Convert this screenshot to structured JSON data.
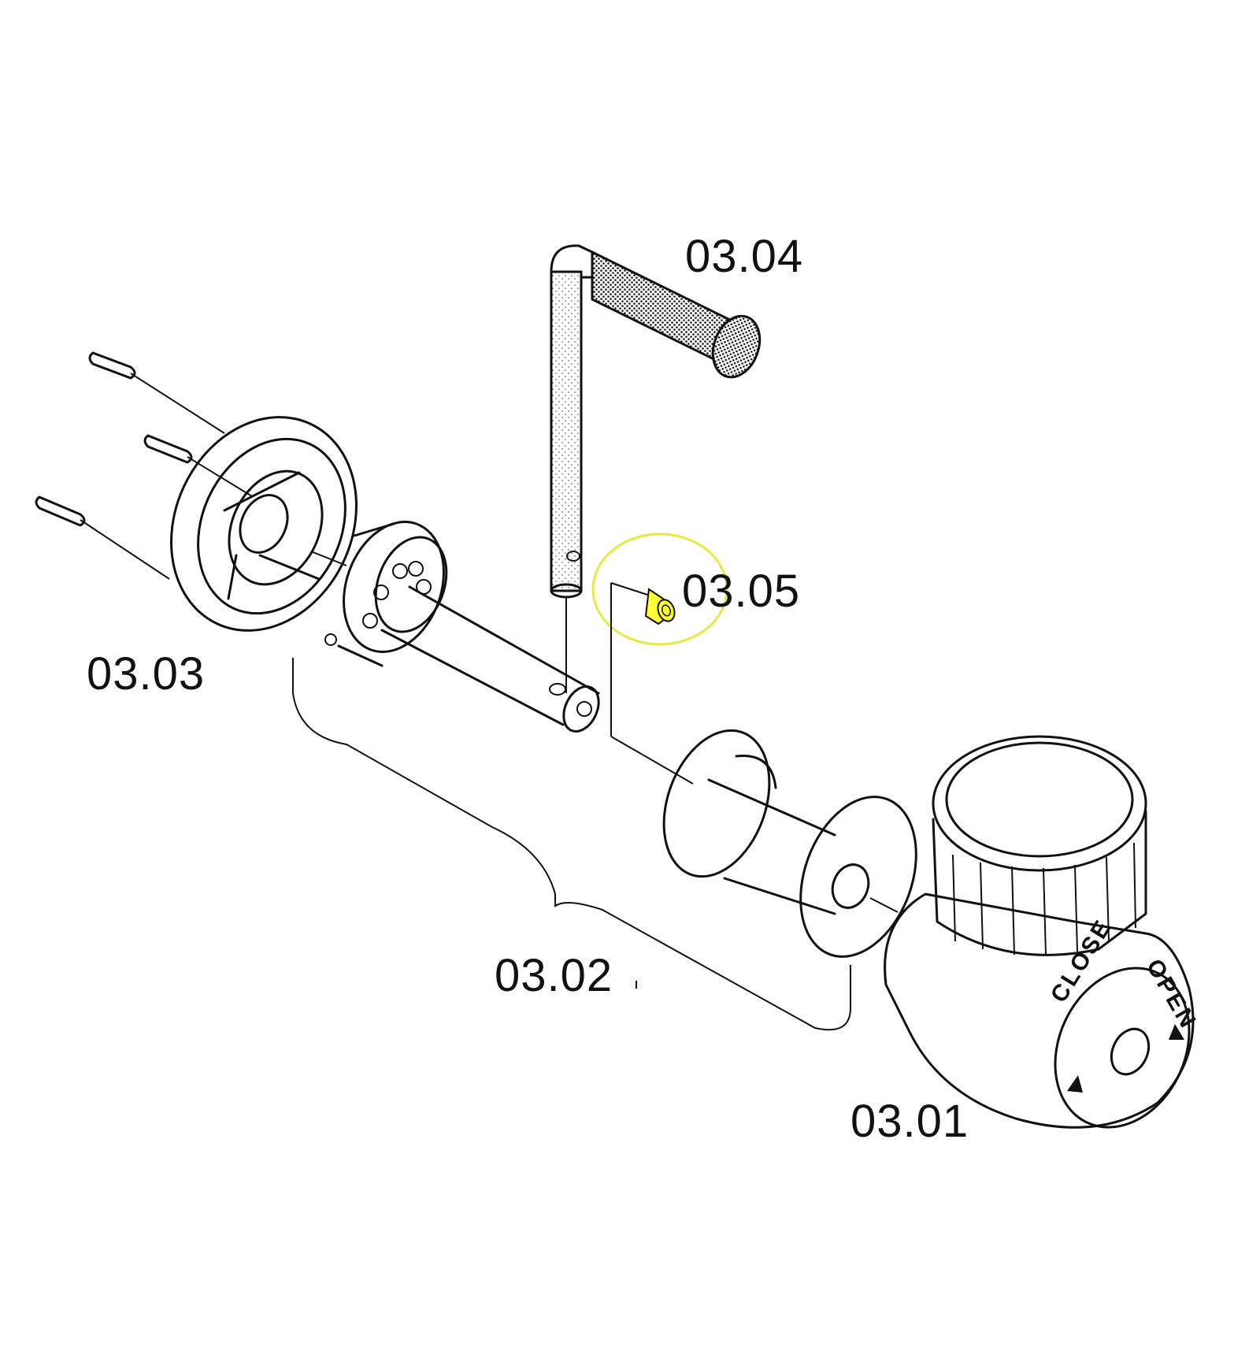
{
  "labels": {
    "p0301": "03.01",
    "p0302": "03.02",
    "p0303": "03.03",
    "p0304": "03.04",
    "p0305": "03.05"
  },
  "dial": {
    "close": "CLOSE",
    "open": "OPEN"
  },
  "highlight": {
    "part": "03.05",
    "color": "#ffff33",
    "ring_color": "#e8e840"
  }
}
